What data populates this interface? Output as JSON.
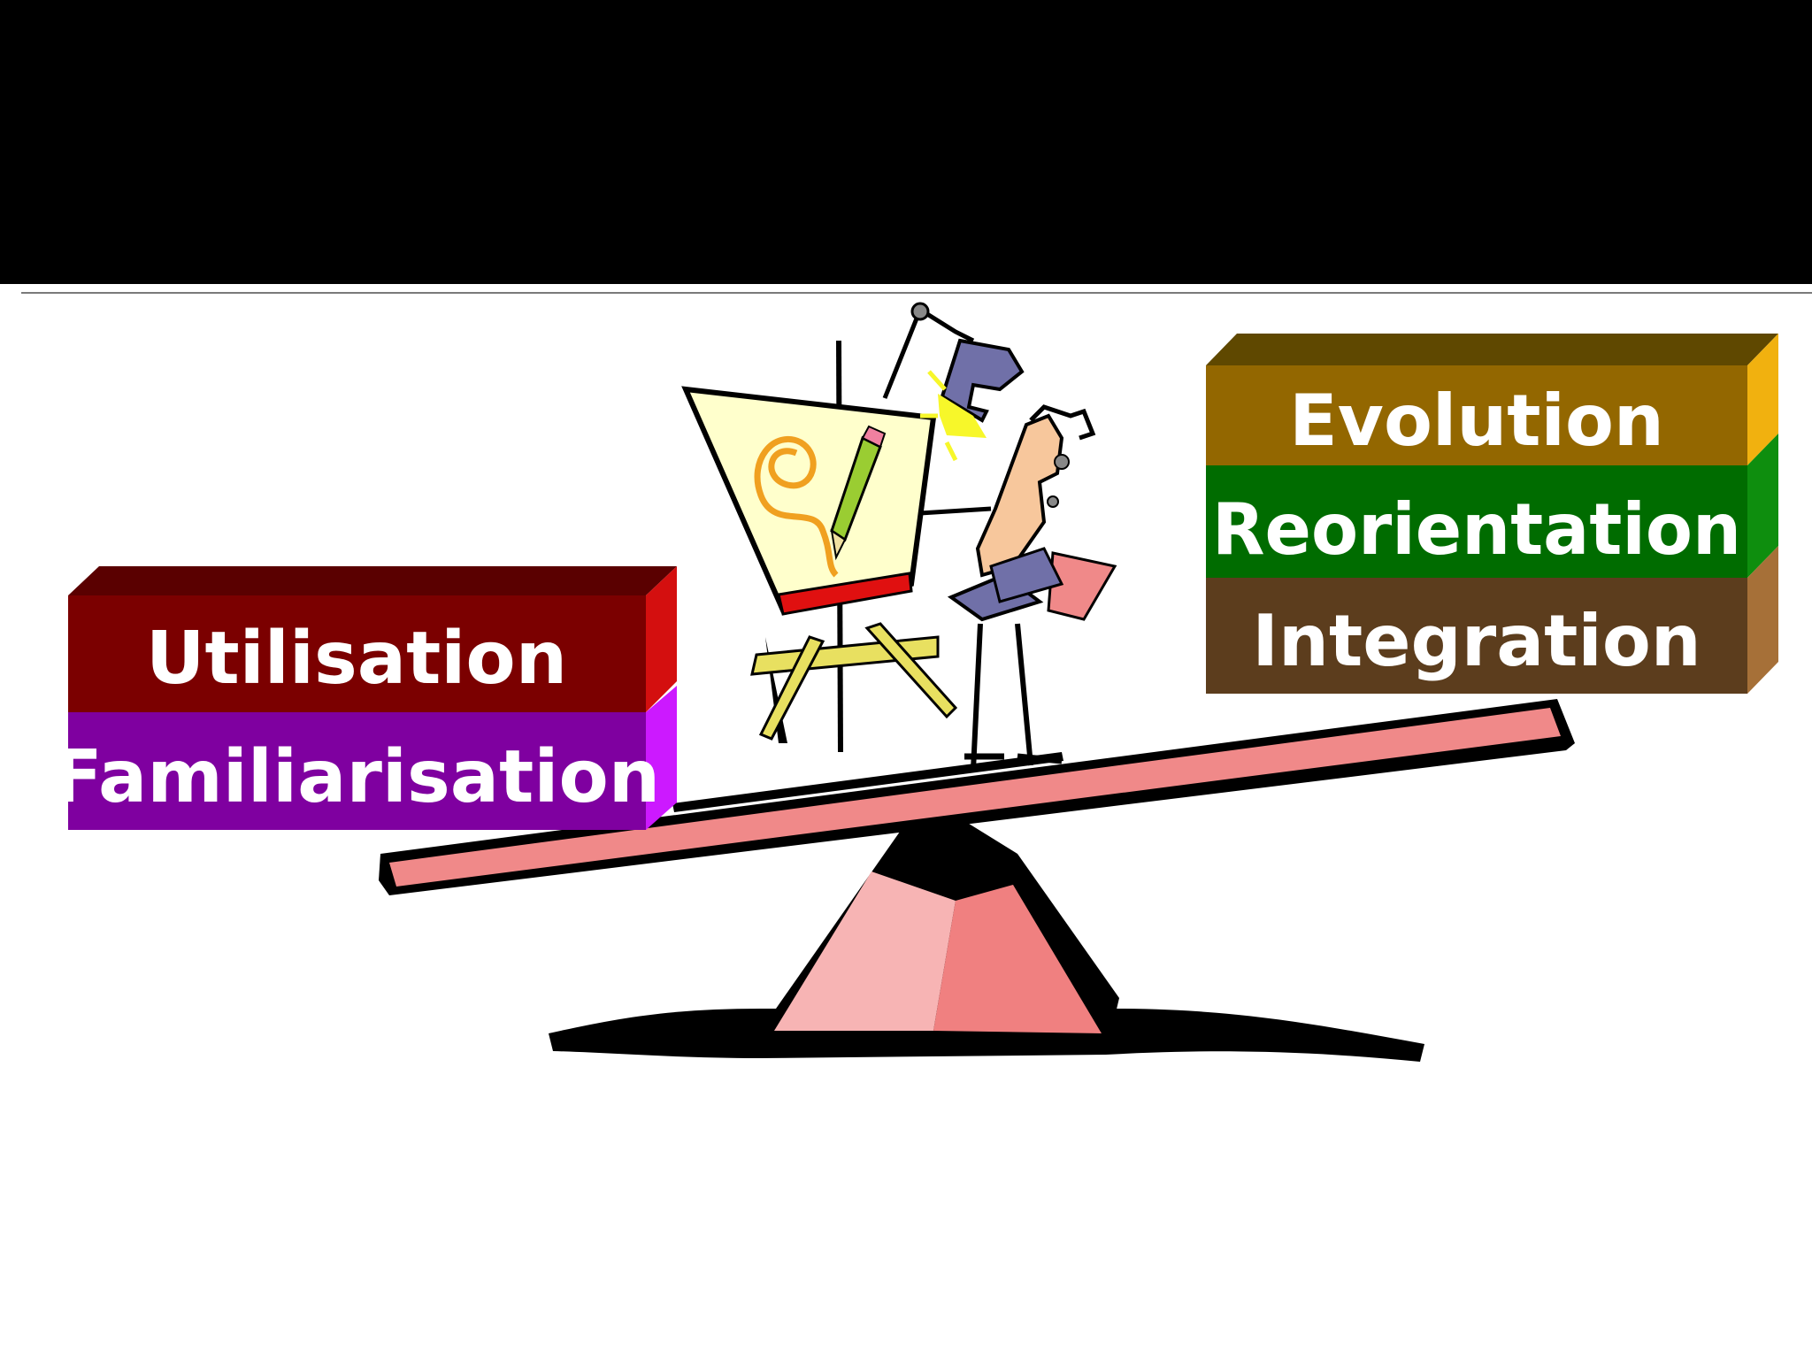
{
  "left_stack": [
    {
      "label": "Utilisation",
      "front": "#7B0000",
      "top": "#5A0000",
      "side": "#D40F0F"
    },
    {
      "label": "Familiarisation",
      "front": "#7F00A0",
      "top": "#6A0088",
      "side": "#CC19FF"
    }
  ],
  "right_stack": [
    {
      "label": "Evolution",
      "front": "#936700",
      "top": "#5F4800",
      "side": "#F1B10F"
    },
    {
      "label": "Reorientation",
      "front": "#006C00",
      "top": "#004F00",
      "side": "#0E8E0E"
    },
    {
      "label": "Integration",
      "front": "#5C3D1D",
      "top": "#4A2F14",
      "side": "#A67038"
    }
  ],
  "colors": {
    "title_bar": "#000000",
    "seesaw_pink": "#F08989",
    "fulcrum_pink": "#F7A3A3",
    "easel_canvas": "#FFFFCC"
  },
  "icons": {
    "artist": "artist-at-easel-illustration",
    "lamp": "desk-lamp-icon",
    "pencil": "pencil-icon"
  }
}
